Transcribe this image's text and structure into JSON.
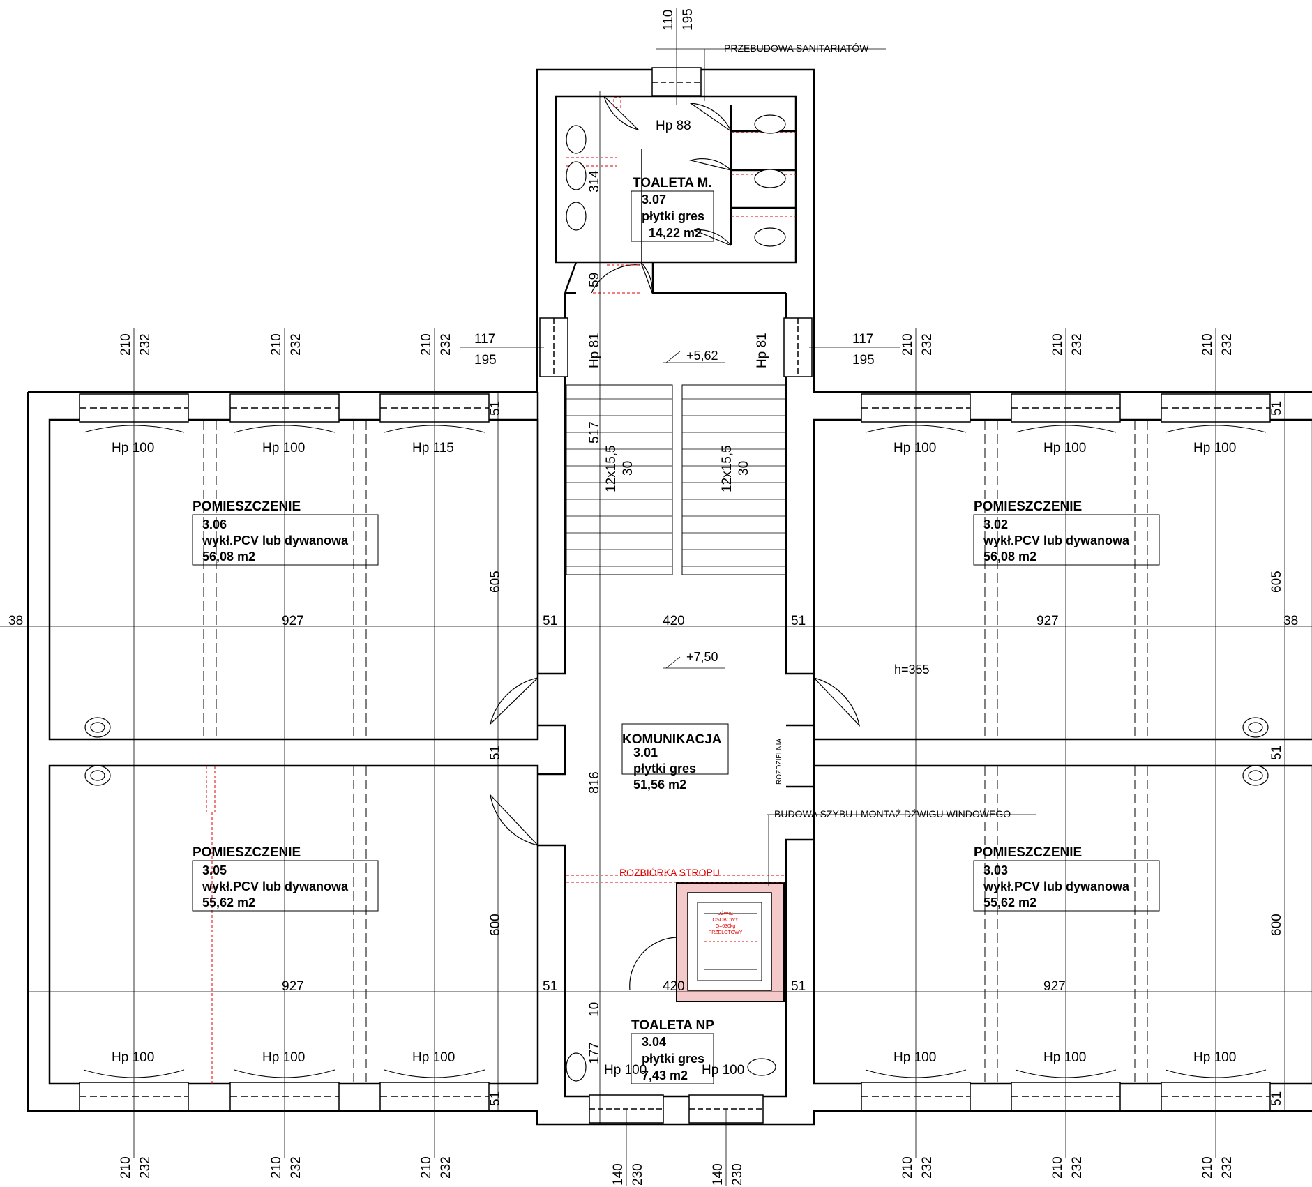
{
  "annotations": {
    "przebudowa": "PRZEBUDOWA SANITARIATÓW",
    "budowa_szybu": "BUDOWA SZYBU I MONTAŻ DŹWIGU WINDOWEGO",
    "rozbiorka": "ROZBIÓRKA STROPU",
    "rozdzielnia": "ROZDZIELNIA",
    "h355": "h=355",
    "level_562": "+5,62",
    "level_750": "+7,50"
  },
  "rooms": {
    "r307": {
      "name": "TOALETA M.",
      "number": "3.07",
      "floor": "płytki gres",
      "area": "14,22 m2"
    },
    "r306": {
      "name": "POMIESZCZENIE",
      "number": "3.06",
      "floor": "wykł.PCV lub dywanowa",
      "area": "56,08 m2"
    },
    "r302": {
      "name": "POMIESZCZENIE",
      "number": "3.02",
      "floor": "wykł.PCV lub dywanowa",
      "area": "56,08 m2"
    },
    "r305": {
      "name": "POMIESZCZENIE",
      "number": "3.05",
      "floor": "wykł.PCV lub dywanowa",
      "area": "55,62 m2"
    },
    "r303": {
      "name": "POMIESZCZENIE",
      "number": "3.03",
      "floor": "wykł.PCV lub dywanowa",
      "area": "55,62 m2"
    },
    "r301": {
      "name": "KOMUNIKACJA",
      "number": "3.01",
      "floor": "płytki gres",
      "area": "51,56 m2"
    },
    "r304": {
      "name": "TOALETA NP",
      "number": "3.04",
      "floor": "płytki gres",
      "area": "7,43 m2"
    }
  },
  "window_heights": {
    "hp100": "Hp 100",
    "hp115": "Hp 115",
    "hp81": "Hp 81",
    "hp88": "Hp 88"
  },
  "dimensions": {
    "d210": "210",
    "d232": "232",
    "d110": "110",
    "d195": "195",
    "d117": "117",
    "d140": "140",
    "d230": "230",
    "d38": "38",
    "d51": "51",
    "d927": "927",
    "d420": "420",
    "d605": "605",
    "d600": "600",
    "d517": "517",
    "d314": "314",
    "d59": "59",
    "d816": "816",
    "d10": "10",
    "d177": "177",
    "d30": "30",
    "stairs": "12x15,5"
  },
  "elevator": {
    "l1": "DŹWIG",
    "l2": "OSOBOWY",
    "l3": "Q=630kg",
    "l4": "PRZELOTOWY"
  }
}
